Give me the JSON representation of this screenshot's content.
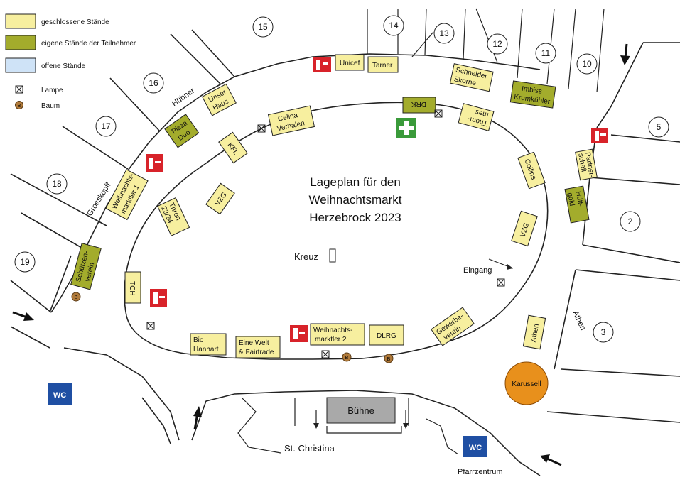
{
  "title": {
    "line1": "Lageplan für den",
    "line2": "Weihnachtsmarkt",
    "line3": "Herzebrock 2023"
  },
  "legend": {
    "closed_label": "geschlossene Stände",
    "own_label": "eigene Stände der Teilnehmer",
    "open_label": "offene Stände",
    "lamp_label": "Lampe",
    "tree_label": "Baum"
  },
  "colors": {
    "closed_stall": "#f7ef9f",
    "own_stall": "#a3ac2c",
    "open_stall": "#cfe3f7",
    "fire_extinguisher": "#d8232a",
    "first_aid": "#3a9a3a",
    "wc": "#1f4fa3",
    "carousel": "#e8901c",
    "stage": "#a9a9a9",
    "tree": "#b07a3a"
  },
  "places": {
    "kreuz": "Kreuz",
    "eingang": "Eingang",
    "st_christina": "St. Christina",
    "pfarrzentrum": "Pfarrzentrum",
    "buehne": "Bühne",
    "karussell": "Karussell",
    "wc": "WC",
    "tree_mark": "B"
  },
  "streets": {
    "huebner": "Hübner",
    "grosskopff": "Grosskopff",
    "athen": "Athen"
  },
  "house_numbers": [
    "15",
    "14",
    "13",
    "12",
    "11",
    "10",
    "5",
    "16",
    "17",
    "18",
    "19",
    "2",
    "3"
  ],
  "stalls": {
    "unicef": "Unicef",
    "tarner": "Tarner",
    "schneider": "Schneider Skorne",
    "imbiss": "Imbiss Krumkühler",
    "unser_haus": "Unser Haus",
    "pizza_duo": "Pizza Duo",
    "celina": "Celina Verhalen",
    "drk": "DRK",
    "thommes": "Thom-mes",
    "kfl": "KFL",
    "weihnachtsmarktler1": "Weihnachts-marktler 1",
    "vzg_left": "VZG",
    "thron": "Thron 23/24",
    "collins": "Collins",
    "partner": "Partner-schaft",
    "huettgold": "Hütt-gold",
    "vzg_right": "VZG",
    "schuetzenverein": "Schützen-verein",
    "tch": "TCH",
    "bio_hanhart": "Bio Hanhart",
    "eine_welt": "Eine Welt & Fairtrade",
    "weihnachtsmarktler2": "Weihnachts-marktler 2",
    "dlrg": "DLRG",
    "gewerbeverein": "Gewerbe-verein",
    "athen_stall": "Athen"
  }
}
